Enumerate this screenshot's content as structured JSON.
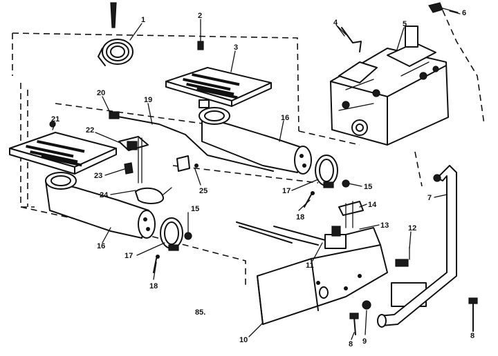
{
  "callouts": {
    "c1": "1",
    "c2": "2",
    "c3": "3",
    "c4": "4",
    "c5": "5",
    "c6": "6",
    "c7": "7",
    "c8a": "8",
    "c8b": "8",
    "c9": "9",
    "c10": "10",
    "c11": "11",
    "c12": "12",
    "c13": "13",
    "c14": "14",
    "c15a": "15",
    "c15b": "15",
    "c16a": "16",
    "c16b": "16",
    "c17a": "17",
    "c17b": "17",
    "c18a": "18",
    "c18b": "18",
    "c19": "19",
    "c20": "20",
    "c21": "21",
    "c22": "22",
    "c23": "23",
    "c24": "24",
    "c25": "25"
  },
  "page_mark": "85."
}
